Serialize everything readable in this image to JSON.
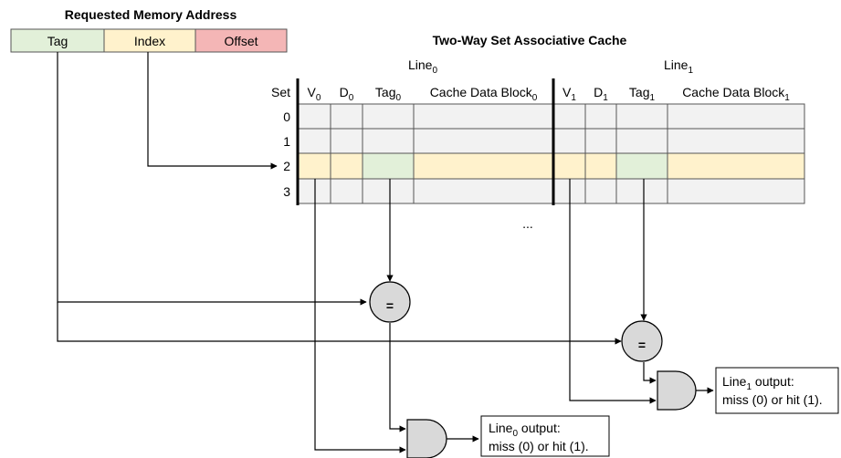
{
  "address": {
    "title": "Requested Memory Address",
    "fields": [
      {
        "label": "Tag",
        "color": "#e2f0d9"
      },
      {
        "label": "Index",
        "color": "#fff2cc"
      },
      {
        "label": "Offset",
        "color": "#f4b6b6"
      }
    ]
  },
  "cache": {
    "title": "Two-Way Set Associative Cache",
    "line0_base": "Line",
    "line0_sub": "0",
    "line1_base": "Line",
    "line1_sub": "1",
    "set_header": "Set",
    "columns": [
      {
        "base": "V",
        "sub": "0"
      },
      {
        "base": "D",
        "sub": "0"
      },
      {
        "base": "Tag",
        "sub": "0"
      },
      {
        "base": "Cache Data Block",
        "sub": "0"
      },
      {
        "base": "V",
        "sub": "1"
      },
      {
        "base": "D",
        "sub": "1"
      },
      {
        "base": "Tag",
        "sub": "1"
      },
      {
        "base": "Cache Data Block",
        "sub": "1"
      }
    ],
    "rows": [
      "0",
      "1",
      "2",
      "3"
    ],
    "highlight_row": "2",
    "ellipsis": "...",
    "colors": {
      "cell": "#f2f2f2",
      "row_highlight": "#fff2cc",
      "tag_highlight": "#e2f0d9",
      "gate": "#d9d9d9"
    }
  },
  "comparators": [
    {
      "symbol": "="
    },
    {
      "symbol": "="
    }
  ],
  "outputs": [
    {
      "line_base": "Line",
      "line_sub": "0",
      "line_suffix": " output:",
      "text2": "miss (0) or hit (1)."
    },
    {
      "line_base": "Line",
      "line_sub": "1",
      "line_suffix": " output:",
      "text2": "miss (0) or hit (1)."
    }
  ]
}
